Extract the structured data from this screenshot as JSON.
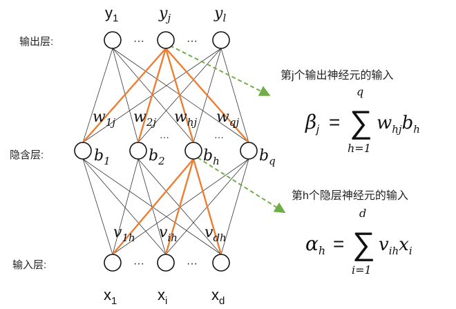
{
  "layers": {
    "output_label": "输出层:",
    "hidden_label": "隐含层:",
    "input_label": "输入层:"
  },
  "output_nodes": [
    {
      "base": "y",
      "sub": "1"
    },
    {
      "base": "y",
      "sub": "j"
    },
    {
      "base": "y",
      "sub": "l"
    }
  ],
  "hidden_nodes": [
    {
      "base": "b",
      "sub": "1"
    },
    {
      "base": "b",
      "sub": "2"
    },
    {
      "base": "b",
      "sub": "h"
    },
    {
      "base": "b",
      "sub": "q"
    }
  ],
  "input_nodes": [
    {
      "base": "x",
      "sub": "1"
    },
    {
      "base": "x",
      "sub": "i"
    },
    {
      "base": "x",
      "sub": "d"
    }
  ],
  "ellipsis": "···",
  "weights_w": [
    {
      "base": "w",
      "sub": "1j"
    },
    {
      "base": "w",
      "sub": "2j"
    },
    {
      "base": "w",
      "sub": "hj"
    },
    {
      "base": "w",
      "sub": "qj"
    }
  ],
  "weights_v": [
    {
      "base": "v",
      "sub": "1h"
    },
    {
      "base": "v",
      "sub": "ih"
    },
    {
      "base": "v",
      "sub": "dh"
    }
  ],
  "annotations": {
    "output_input": "第j个输出神经元的输入",
    "hidden_input": "第h个隐层神经元的输入"
  },
  "formula_beta": {
    "lhs": "β",
    "lhs_sub": "j",
    "eq": "=",
    "sigma": "∑",
    "upper": "q",
    "lower": "h=1",
    "t1": "w",
    "t1_sub": "hj",
    "t2": "b",
    "t2_sub": "h"
  },
  "formula_alpha": {
    "lhs": "α",
    "lhs_sub": "h",
    "eq": "=",
    "sigma": "∑",
    "upper": "d",
    "lower": "i=1",
    "t1": "v",
    "t1_sub": "ih",
    "t2": "x",
    "t2_sub": "i"
  },
  "colors": {
    "highlight": "#ED7D31",
    "arrow": "#70AD47",
    "line": "#333333"
  }
}
